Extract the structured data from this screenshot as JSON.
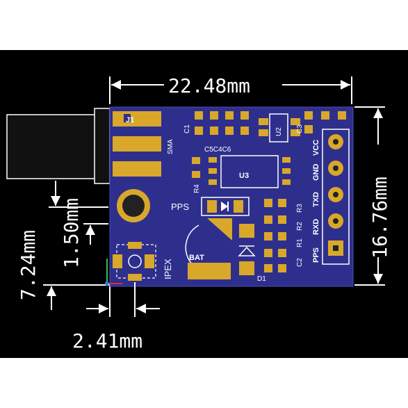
{
  "dimensions": {
    "width": "22.48mm",
    "height": "16.76mm",
    "left_offset": "7.24mm",
    "small_offset": "1.50mm",
    "bottom_offset": "2.41mm"
  },
  "labels": {
    "j1": "J1",
    "sma": "SMA",
    "c1": "C1",
    "c5c4c6": "C5C4C6",
    "u2": "U2",
    "c3": "C3",
    "u3": "U3",
    "r4": "R4",
    "pps_left": "PPS",
    "bat": "BAT",
    "ipex": "IPEX",
    "d1": "D1",
    "r3": "R3",
    "r2": "R2",
    "r1": "R1",
    "c2": "C2",
    "vcc": "VCC",
    "gnd": "GND",
    "txd": "TXD",
    "rxd": "RXD",
    "pps_right": "PPS"
  },
  "colors": {
    "board": "#2e2f8c",
    "copper": "#d9a82a",
    "silkscreen": "#ffffff",
    "connector": "#111111",
    "background": "#000000"
  }
}
